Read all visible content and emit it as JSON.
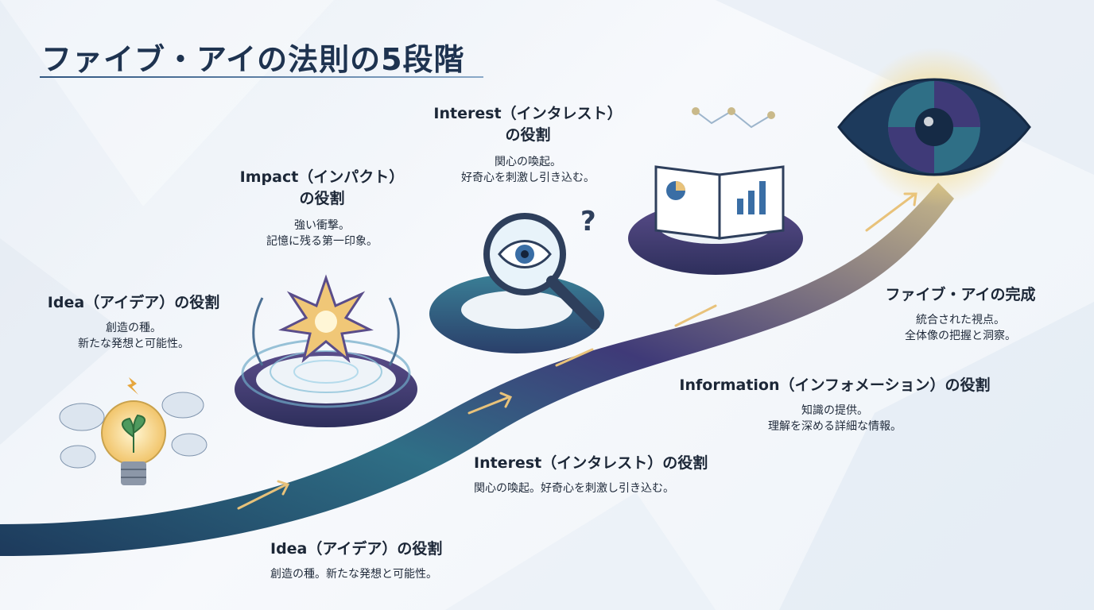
{
  "title": "ファイブ・アイの法則の5段階",
  "stages": {
    "idea_card": {
      "heading": "Idea（アイデア）の役割",
      "line1": "創造の種。",
      "line2": "新たな発想と可能性。"
    },
    "impact_card": {
      "heading1": "Impact（インパクト）",
      "heading2": "の役割",
      "line1": "強い衝撃。",
      "line2": "記憶に残る第一印象。"
    },
    "interest_card": {
      "heading1": "Interest（インタレスト）",
      "heading2": "の役割",
      "line1": "関心の喚起。",
      "line2": "好奇心を刺激し引き込む。"
    },
    "complete_card": {
      "heading": "ファイブ・アイの完成",
      "line1": "統合された視点。",
      "line2": "全体像の把握と洞察。"
    },
    "information_card": {
      "heading": "Information（インフォメーション）の役割",
      "line1": "知識の提供。",
      "line2": "理解を深める詳細な情報。"
    },
    "interest_bottom": {
      "heading": "Interest（インタレスト）の役割",
      "line1": "関心の喚起。好奇心を刺激し引き込む。"
    },
    "idea_bottom": {
      "heading": "Idea（アイデア）の役割",
      "line1": "創造の種。新たな発想と可能性。"
    }
  },
  "icons": [
    "lightbulb-icon",
    "burst-icon",
    "magnifier-eye-icon",
    "open-book-chart-icon",
    "eye-icon"
  ],
  "colors": {
    "title": "#1e3350",
    "ribbon_dark": "#1d3a5c",
    "ribbon_mid": "#2f6f86",
    "ribbon_purple": "#3f3a78",
    "glow": "#f6d77a",
    "arrow": "#e8c27a"
  }
}
